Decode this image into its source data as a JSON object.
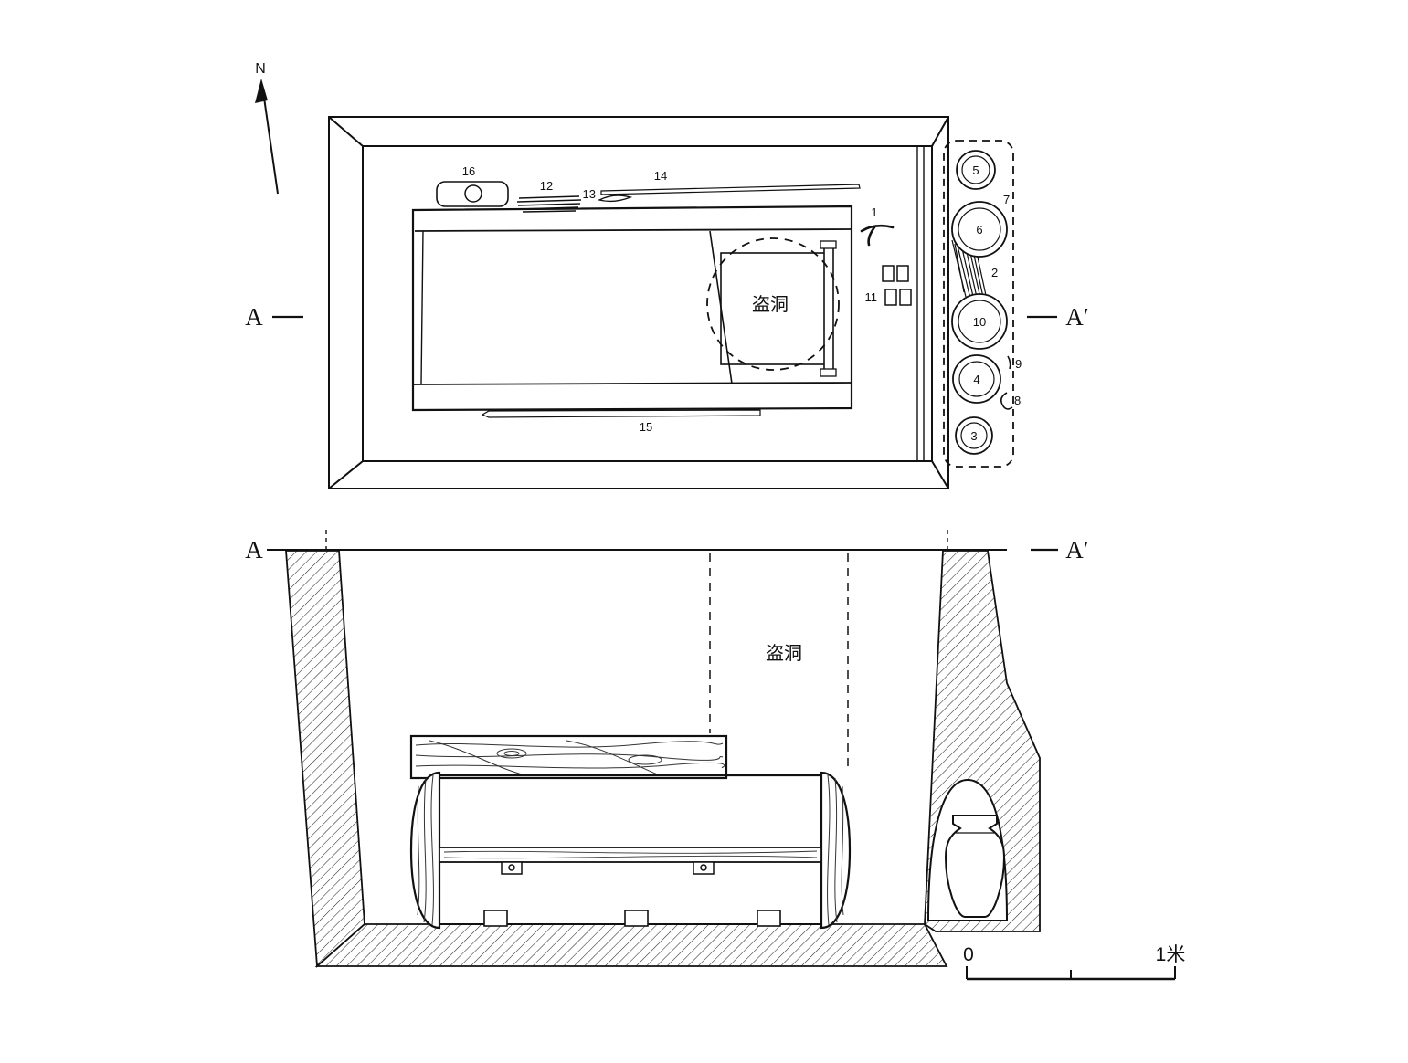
{
  "meta": {
    "description": "Archaeological tomb excavation drawing: plan view (top) and A-A' cross section (bottom)"
  },
  "compass": {
    "label": "N"
  },
  "plan": {
    "section_label_left": "A",
    "section_label_right": "A′",
    "robber_hole_label": "盗洞",
    "item_labels": {
      "i1": "1",
      "i2": "2",
      "i7": "7",
      "i8": "8",
      "i9": "9",
      "i11": "11",
      "i12": "12",
      "i13": "13",
      "i14": "14",
      "i15": "15",
      "i16": "16"
    },
    "vessel_labels": {
      "v3": "3",
      "v4": "4",
      "v5": "5",
      "v6": "6",
      "v10": "10"
    }
  },
  "section": {
    "section_label_left": "A",
    "section_label_right": "A′",
    "robber_hole_label": "盗洞"
  },
  "scale_bar": {
    "zero_label": "0",
    "max_label": "1米"
  }
}
